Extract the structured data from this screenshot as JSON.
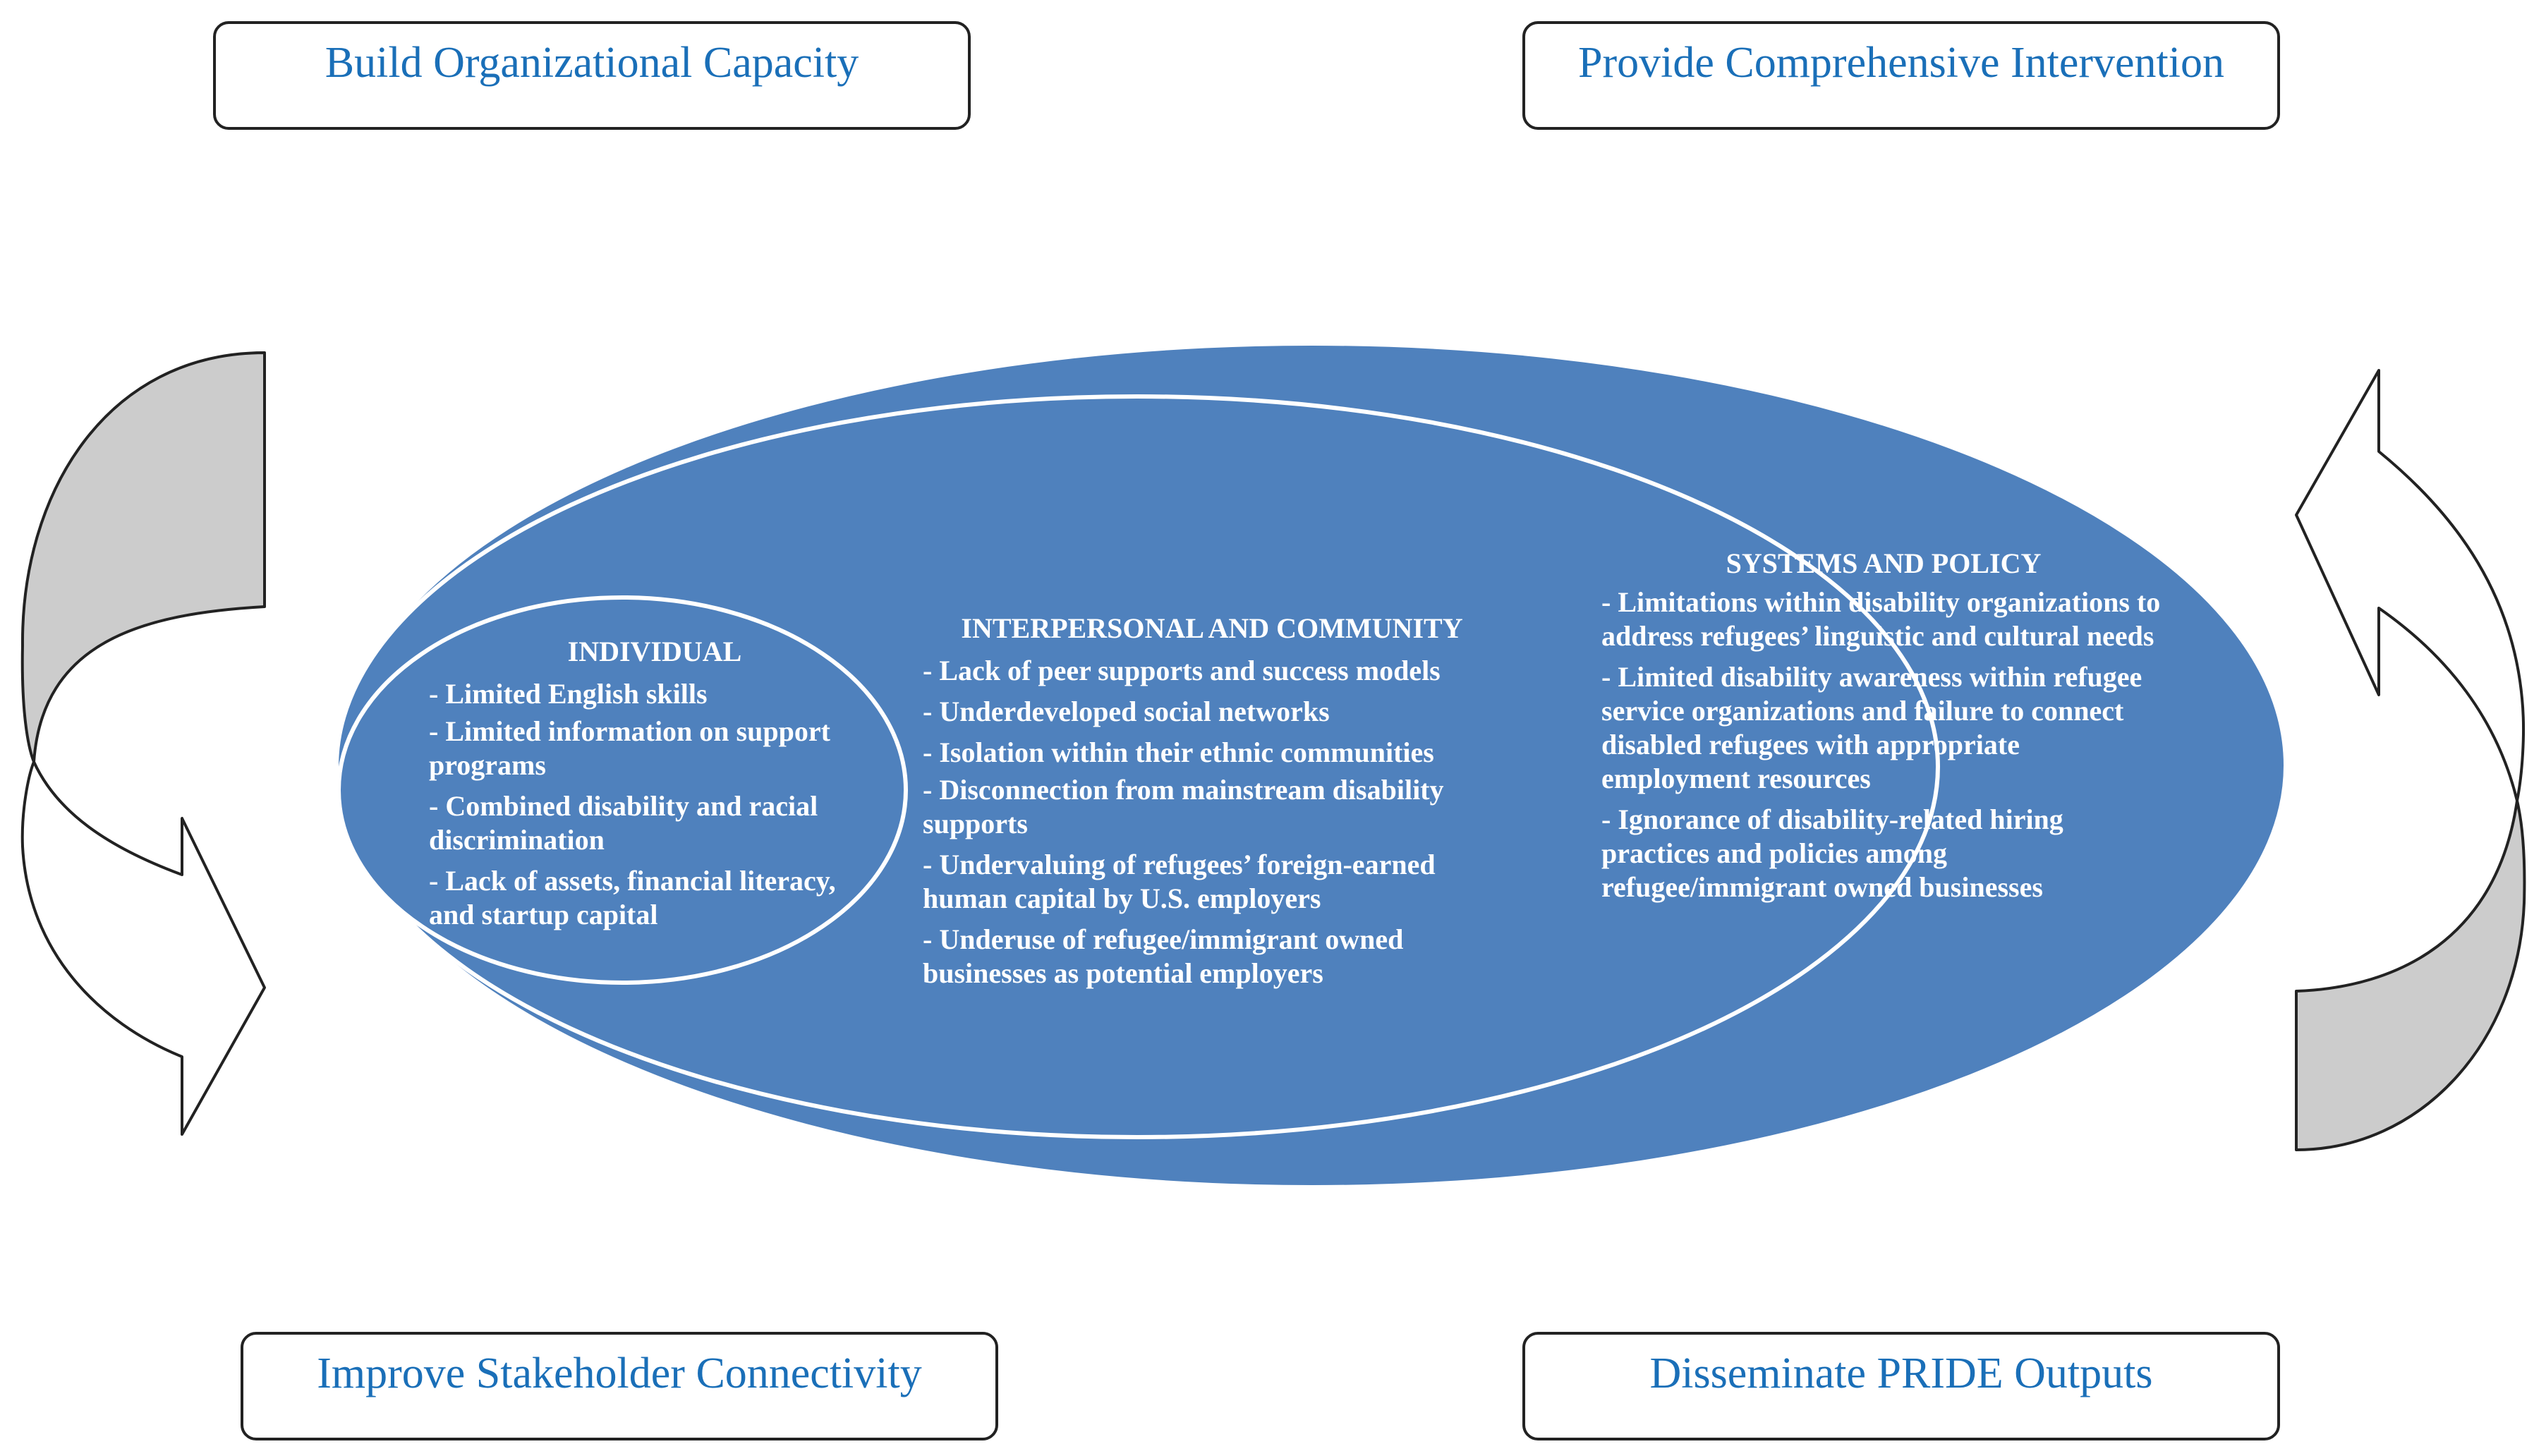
{
  "boxes": {
    "top_left": "Build Organizational Capacity",
    "top_right": "Provide Comprehensive Intervention",
    "bottom_left": "Improve Stakeholder Connectivity",
    "bottom_right": "Disseminate PRIDE Outputs"
  },
  "levels": {
    "individual": {
      "title": "INDIVIDUAL",
      "items": [
        "- Limited English skills",
        "- Limited information on support programs",
        "- Combined disability and racial discrimination",
        "- Lack of assets, financial literacy, and startup capital"
      ]
    },
    "interpersonal": {
      "title": "INTERPERSONAL AND COMMUNITY",
      "items": [
        "- Lack of peer supports and success models",
        "- Underdeveloped social networks",
        "- Isolation within their ethnic communities",
        "- Disconnection from mainstream disability supports",
        "- Undervaluing of refugees’ foreign-earned human capital by U.S. employers",
        "- Underuse of refugee/immigrant owned businesses as potential employers"
      ]
    },
    "systems": {
      "title": "SYSTEMS AND POLICY",
      "items": [
        "- Limitations within disability organizations to address refugees’ linguistic and cultural needs",
        "- Limited disability awareness within refugee service organizations and failure to connect disabled refugees with appropriate employment resources",
        "- Ignorance of disability-related hiring practices and policies among refugee/immigrant owned businesses"
      ]
    }
  },
  "colors": {
    "ellipse_fill": "#4f81bd",
    "ellipse_stroke": "#ffffff",
    "box_text": "#1a6fb8",
    "arrow_shade": "#cccccc"
  }
}
